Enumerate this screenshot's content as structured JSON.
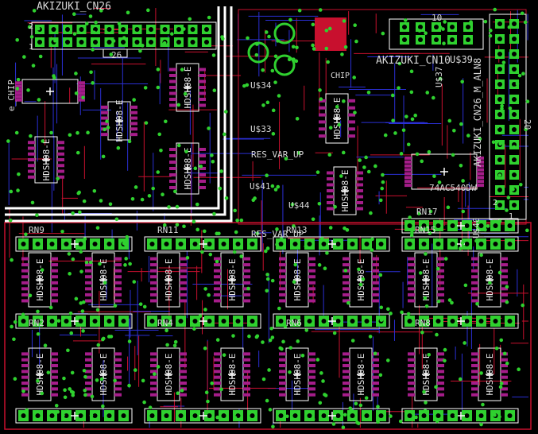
{
  "board": {
    "title": "AKIZUKI_CN26",
    "connectors": {
      "cn10_label": "AKIZUKI_CN10",
      "cn10_pin_count": "10",
      "cn26_side_label": "AKIZUKI_CN26_M_ALN8",
      "cn26_top_pins_left": "2",
      "cn26_top_pins_right": "26",
      "cn26_top_pin_1": "1",
      "cn26_side_pin_count": "20",
      "cn26_side_pin_2": "2",
      "cn26_side_pin_1": "1"
    },
    "chips": {
      "top_left_rot": "e_CHIP",
      "u34": "U$34",
      "u33": "U$33",
      "u37": "U$37",
      "u39": "U$39",
      "u41": "U$41",
      "u44": "U$44",
      "u40": "U$40",
      "ic_74ac": "74AC540DW",
      "chip_label": "CHIP",
      "res_var": "RES_VAR_UP",
      "res_var2": "RES_VAR_UP"
    },
    "resistor_nets": [
      "RN9",
      "RN11",
      "RN13",
      "RN15",
      "RN2",
      "RN4",
      "RN6",
      "RN8",
      "RN17"
    ],
    "ic_part": "HDSH08-E",
    "colors": {
      "background": "#000000",
      "top_copper": "#c8102e",
      "bottom_copper": "#2a2fd4",
      "via": "#2fd12f",
      "pad": "#2fd12f",
      "silk": "#e8e8e8",
      "ic_body": "#a51d8a",
      "dim_lines": "#ffffff"
    }
  }
}
